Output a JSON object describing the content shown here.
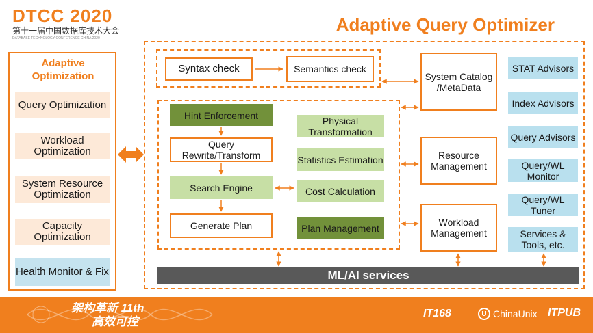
{
  "header": {
    "logo_main": "DTCC 2020",
    "logo_sub": "第十一届中国数据库技术大会",
    "logo_tagline": "DATABASE TECHNOLOGY CONFERENCE CHINA 2020",
    "title": "Adaptive Query Optimizer"
  },
  "left_panel": {
    "title": "Adaptive Optimization",
    "items": [
      "Query Optimization",
      "Workload Optimization",
      "System Resource Optimization",
      "Capacity Optimization",
      "Health Monitor & Fix"
    ]
  },
  "parser": {
    "syntax": "Syntax check",
    "semantics": "Semantics check"
  },
  "optimizer": {
    "hint": "Hint Enforcement",
    "rewrite": "Query Rewrite/Transform",
    "search": "Search Engine",
    "generate": "Generate Plan",
    "physical": "Physical Transformation",
    "statistics": "Statistics Estimation",
    "cost": "Cost Calculation",
    "plan_mgmt": "Plan Management"
  },
  "managers": {
    "catalog": "System Catalog /MetaData",
    "resource": "Resource Management",
    "workload": "Workload Management"
  },
  "advisors": [
    "STAT Advisors",
    "Index Advisors",
    "Query Advisors",
    "Query/WL Monitor",
    "Query/WL Tuner",
    "Services & Tools, etc."
  ],
  "ml_bar": "ML/AI services",
  "footer": {
    "slogan_line1": "架构革新 11th",
    "slogan_line2": "高效可控",
    "sponsors": [
      "IT168",
      "ChinaUnix",
      "ITPUB"
    ]
  },
  "colors": {
    "accent": "#f07f1e",
    "dark_green": "#72913a",
    "light_green": "#c7dfa5",
    "light_blue": "#b9e0ee",
    "ml_bar": "#595959"
  }
}
